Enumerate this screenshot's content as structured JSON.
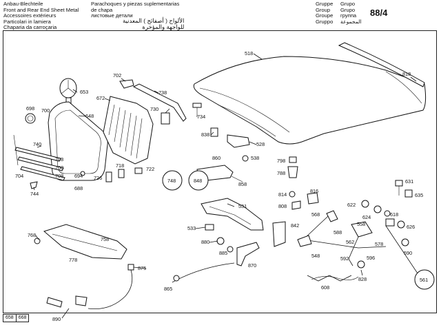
{
  "header": {
    "german": [
      "Anbau-Blechteile",
      "Front and Rear End Sheet Metal",
      "Accessoires extérieurs",
      "Particolari in lamiera",
      "Chaparia da carroçaria"
    ],
    "spanish_russian": [
      "Parachoques y piezas suplementarias",
      "de chapa",
      "листовые детали"
    ],
    "arabic": [
      "الألواح ( أصفائح ) المعدنية",
      "للواجهة والمؤخرة"
    ],
    "gruppe": [
      "Gruppe",
      "Group",
      "Groupe",
      "Gruppo"
    ],
    "grupo": [
      "Grupo",
      "Grupo",
      "группа",
      "المجموعة"
    ],
    "group_number": "88/4"
  },
  "page_refs": [
    "658",
    "668"
  ],
  "labels": {
    "l518": "518",
    "l818": "818",
    "l702": "702",
    "l653": "653",
    "l672": "672",
    "l738": "738",
    "l648": "648",
    "l698": "698",
    "l700": "700",
    "l730": "730",
    "l734": "734",
    "l838": "838",
    "l528": "528",
    "l740": "740",
    "l708a": "708",
    "l708b": "708",
    "l708c": "708",
    "l704": "704",
    "l744": "744",
    "l726": "726",
    "l718": "718",
    "l722": "722",
    "l694": "694",
    "l688": "688",
    "l748": "748",
    "l860": "860",
    "l538": "538",
    "l798": "798",
    "l788": "788",
    "l848": "848",
    "l858": "858",
    "l814": "814",
    "l816": "816",
    "l808": "808",
    "l631": "631",
    "l635": "635",
    "l531": "531",
    "l568": "568",
    "l622": "622",
    "l624": "624",
    "l618": "618",
    "l842": "842",
    "l533": "533",
    "l558": "558",
    "l626": "626",
    "l588": "588",
    "l768": "768",
    "l758": "758",
    "l880": "880",
    "l562": "562",
    "l578": "578",
    "l548": "548",
    "l590": "590",
    "l778": "778",
    "l885": "885",
    "l870": "870",
    "l592": "592",
    "l596": "596",
    "l875": "875",
    "l828": "828",
    "l561": "561",
    "l608": "608",
    "l865": "865",
    "l890": "890"
  }
}
